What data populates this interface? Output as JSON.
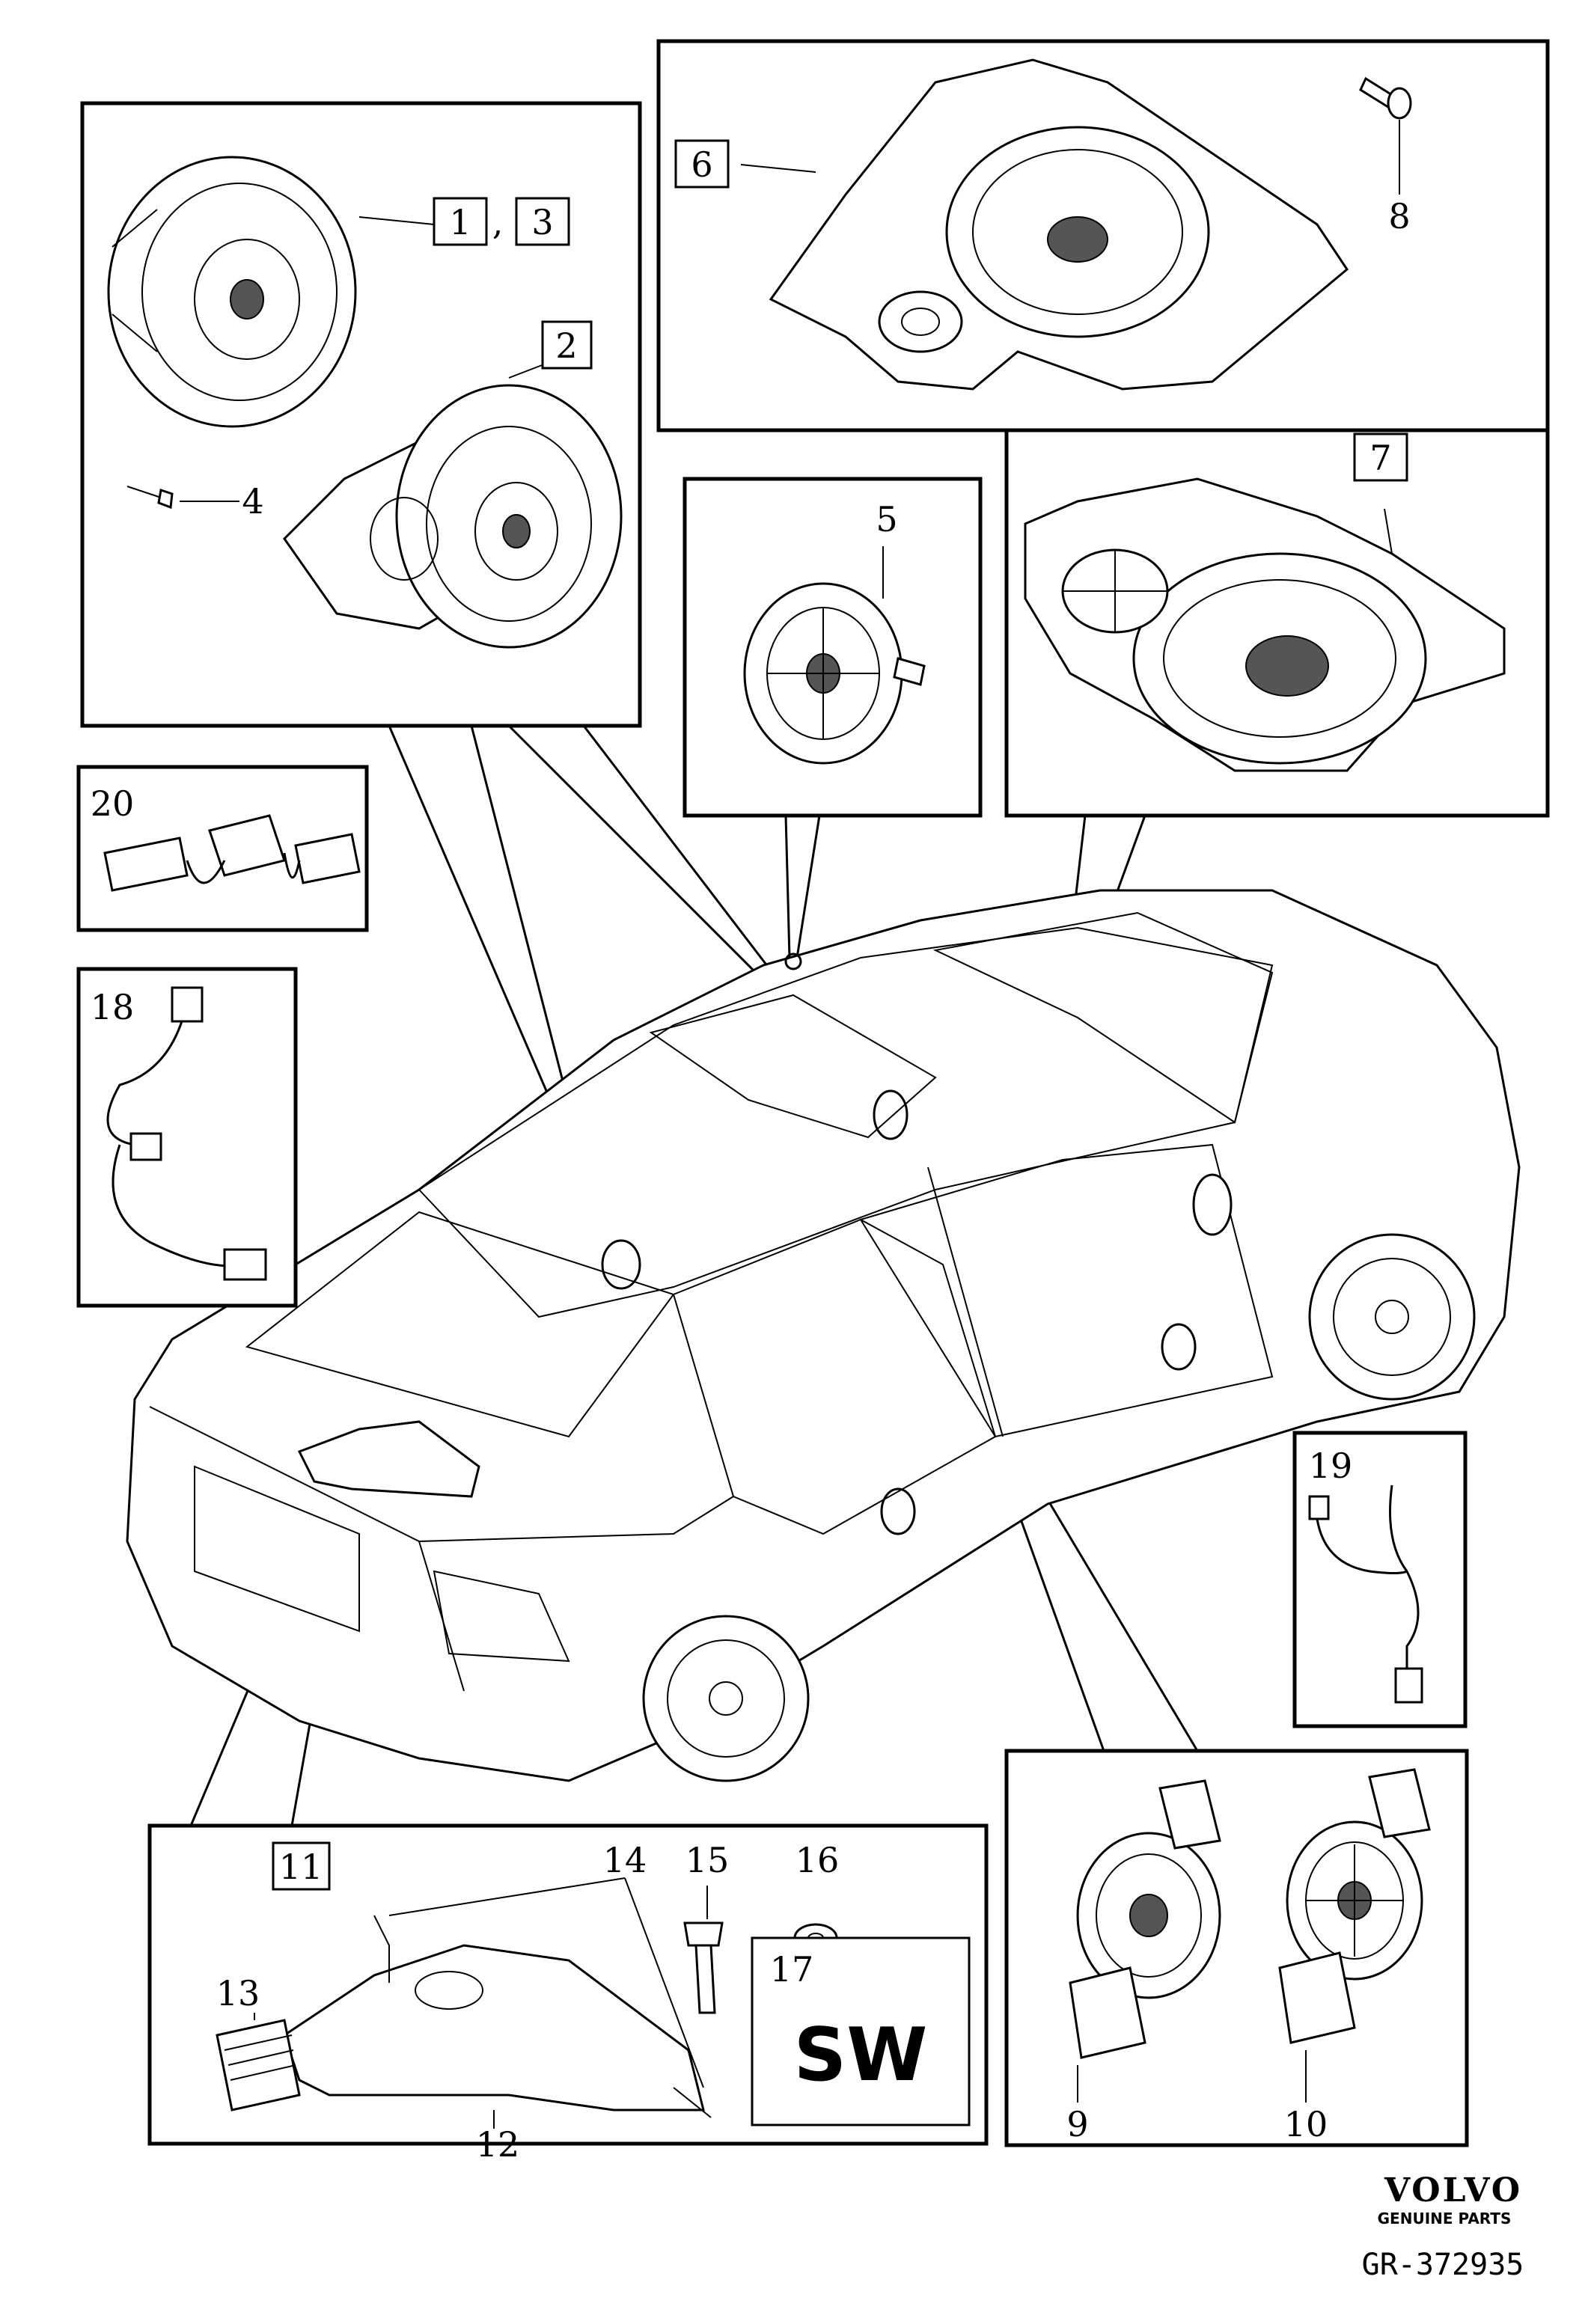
{
  "diagram": {
    "part_numbers": {
      "p1": "1",
      "p1_sep": ",",
      "p3": "3",
      "p2": "2",
      "p4": "4",
      "p5": "5",
      "p6": "6",
      "p7": "7",
      "p8": "8",
      "p9": "9",
      "p10": "10",
      "p11": "11",
      "p12": "12",
      "p13": "13",
      "p14": "14",
      "p15": "15",
      "p16": "16",
      "p17": "17",
      "p18": "18",
      "p19": "19",
      "p20": "20"
    },
    "software_label": "SW",
    "brand": {
      "name": "VOLVO",
      "tagline": "GENUINE PARTS"
    },
    "reference": "GR-372935"
  }
}
